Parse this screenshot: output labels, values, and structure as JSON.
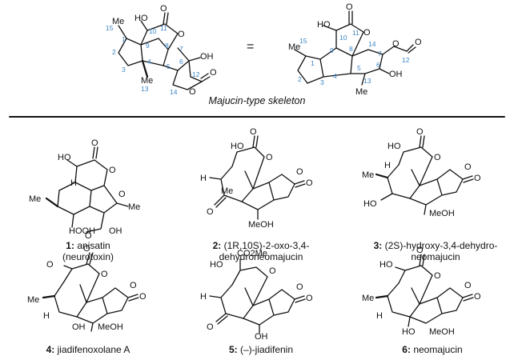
{
  "header": {
    "skeleton_title": "Majucin-type skeleton",
    "equals": "="
  },
  "compounds": [
    {
      "num": "1:",
      "name": "anisatin",
      "line2": "(neurotoxin)"
    },
    {
      "num": "2:",
      "name": "(1R,10S)-2-oxo-3,4-",
      "line2": "dehydroneomajucin"
    },
    {
      "num": "3:",
      "name": "(2S)-hydroxy-3,4-dehydro-",
      "line2": "neomajucin"
    },
    {
      "num": "4:",
      "name": "jiadifenoxolane A",
      "line2": ""
    },
    {
      "num": "5:",
      "name": "(–)-jiadifenin",
      "line2": ""
    },
    {
      "num": "6:",
      "name": "neomajucin",
      "line2": ""
    }
  ],
  "atom_labels": {
    "ho": "HO",
    "oh": "OH",
    "o": "O",
    "me": "Me",
    "meoh": "MeOH",
    "h": "H",
    "hooh": "HOOH",
    "co2me": "CO2Me"
  },
  "numbering_left": [
    "1",
    "2",
    "3",
    "4",
    "5",
    "6",
    "7",
    "8",
    "9",
    "10",
    "11",
    "12",
    "13",
    "14",
    "15"
  ],
  "colors": {
    "numbering": "#3d86c6",
    "ink": "#111111"
  }
}
